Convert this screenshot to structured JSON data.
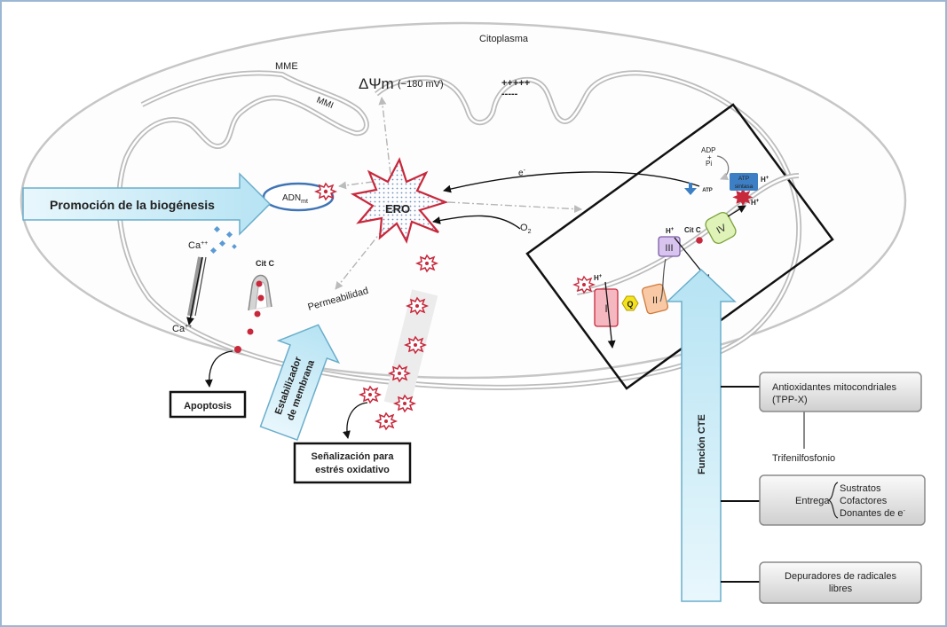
{
  "labels": {
    "cytoplasm": "Citoplasma",
    "outer_membrane": "MME",
    "inner_membrane": "MMI",
    "membrane_potential_symbol": "ΔΨm",
    "membrane_potential_value": "(−180 mV)",
    "positive_charges": "+++++",
    "negative_charges": "-----",
    "mtdna": "ADN",
    "mtdna_sub": "mt",
    "ros": "ERO",
    "electron": "e",
    "electron_sup": "-",
    "oxygen": "O",
    "oxygen_sub": "2",
    "permeability": "Permeabilidad",
    "calcium": "Ca",
    "calcium_sup": "++",
    "cytochrome_c": "Cit C",
    "adp": "ADP",
    "plus": "+",
    "pi": "Pi",
    "atp": "ATP",
    "atp_synthase_line1": "ATP",
    "atp_synthase_line2": "sintasa",
    "proton": "H",
    "proton_sup": "+",
    "complex_1": "I",
    "complex_2": "II",
    "complex_3": "III",
    "complex_4": "IV",
    "coenzyme_q": "Q"
  },
  "arrows": {
    "biogenesis": "Promoción  de la biogénesis",
    "membrane_stabilizer_line1": "Estabilizador",
    "membrane_stabilizer_line2": "de membrana",
    "cte_function": "Función CTE"
  },
  "outcomes": {
    "apoptosis": "Apoptosis",
    "signaling_line1": "Señalización para",
    "signaling_line2": "estrés oxidativo"
  },
  "strategies": {
    "antioxidants_line1": "Antioxidantes mitocondriales",
    "antioxidants_line2": "(TPP-X)",
    "tpp": "Trifenilfosfonio",
    "delivery": "Entrega",
    "delivery_items": [
      "Sustratos",
      "Cofactores",
      "Donantes de e"
    ],
    "delivery_electron_sup": "-",
    "scavengers_line1": "Depuradores de radicales",
    "scavengers_line2": "libres"
  },
  "colors": {
    "arrow_fill": "#c8ecf7",
    "arrow_stroke": "#6aaecb",
    "ros_red": "#c8283c",
    "atp_blue": "#3d7fc4",
    "box_gradient_top": "#fafafa",
    "box_gradient_bottom": "#cfcfcf"
  }
}
